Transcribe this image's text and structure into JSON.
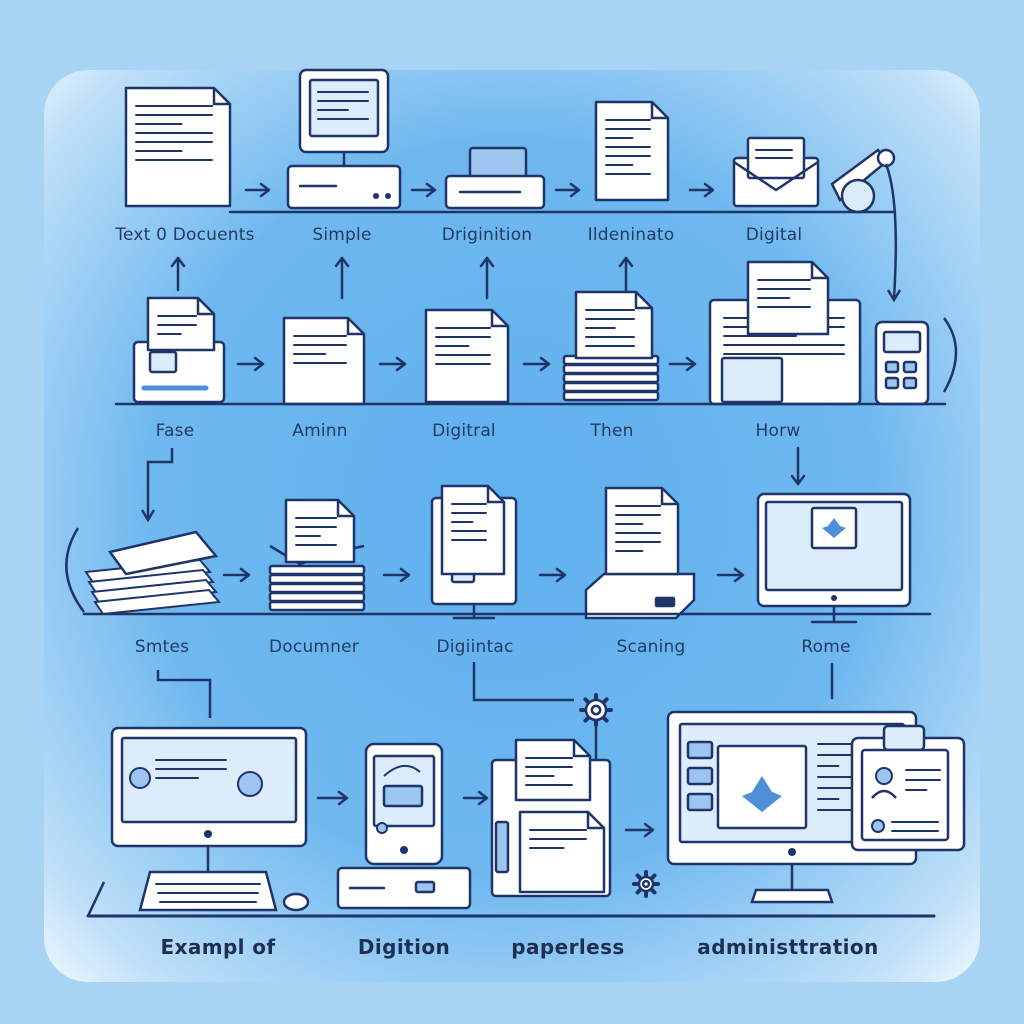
{
  "colors": {
    "background": "#a9d3f2",
    "panel": "#6fb8ef",
    "line": "#1f3569",
    "paper": "#ffffff",
    "accent": "#4f8fd8"
  },
  "rows": [
    {
      "labels": [
        "Text 0 Docuents",
        "Simple",
        "Driginition",
        "Ildeninato",
        "Digital"
      ]
    },
    {
      "labels": [
        "Fase",
        "Aminn",
        "Digitral",
        "Then",
        "Horw"
      ]
    },
    {
      "labels": [
        "Smtes",
        "Documner",
        "Digiintac",
        "Scaning",
        "Rome"
      ]
    }
  ],
  "footer": {
    "words": [
      "Exampl of",
      "Digition",
      "paperless",
      "administtration"
    ]
  },
  "icons": {
    "row1": [
      "document-icon",
      "desktop-computer-icon",
      "scanner-icon",
      "document-icon",
      "envelope-icon",
      "desk-lamp-icon"
    ],
    "row2": [
      "fax-machine-icon",
      "document-icon",
      "document-icon",
      "paper-stack-icon",
      "inbox-tray-icon",
      "calculator-icon"
    ],
    "row3": [
      "paper-pile-icon",
      "paper-tray-icon",
      "computer-monitor-icon",
      "document-scanner-icon",
      "computer-monitor-icon"
    ],
    "row4": [
      "desktop-computer-icon",
      "tablet-icon",
      "document-folder-icon",
      "computer-monitor-icon",
      "id-card-icon",
      "gear-icon"
    ]
  }
}
